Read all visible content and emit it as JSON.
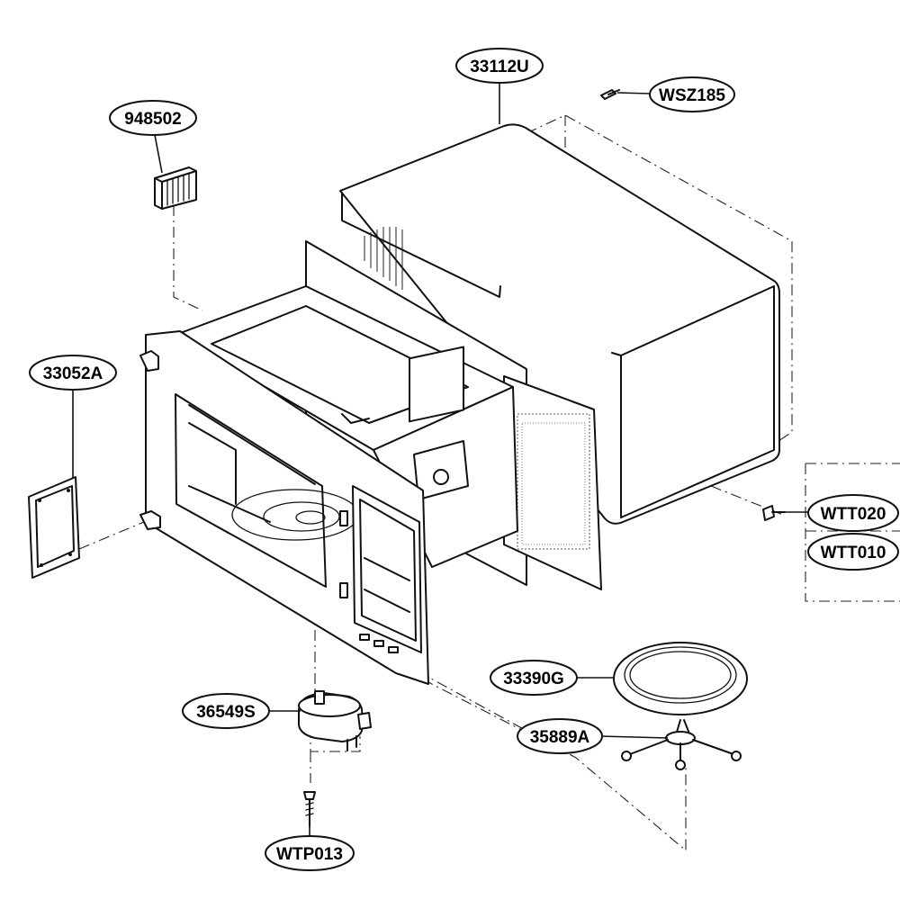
{
  "parts": {
    "cabinet": "33112U",
    "cabinet_screw": "WSZ185",
    "heat_block": "948502",
    "waveguide_cover": "33052A",
    "screw_a": "WTT020",
    "screw_b": "WTT010",
    "glass_tray": "33390G",
    "roller_guide": "35889A",
    "turntable_motor": "36549S",
    "motor_screw": "WTP013"
  }
}
